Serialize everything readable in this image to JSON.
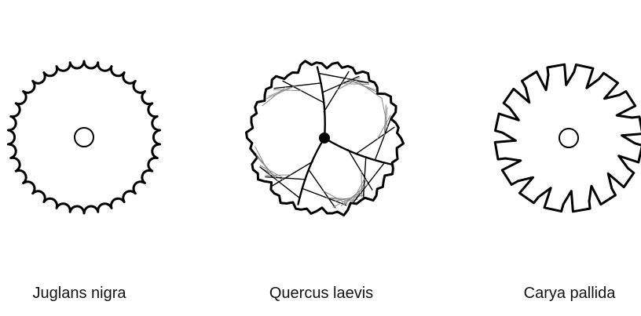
{
  "symbols": [
    {
      "id": "juglans-nigra",
      "label": "Juglans nigra",
      "style": "scalloped"
    },
    {
      "id": "quercus-laevis",
      "label": "Quercus laevis",
      "style": "branched"
    },
    {
      "id": "carya-pallida",
      "label": "Carya pallida",
      "style": "notched"
    }
  ],
  "colors": {
    "stroke": "#000000",
    "branch_fine": "#8a8a8a",
    "text": "#111111",
    "background": "#ffffff"
  }
}
